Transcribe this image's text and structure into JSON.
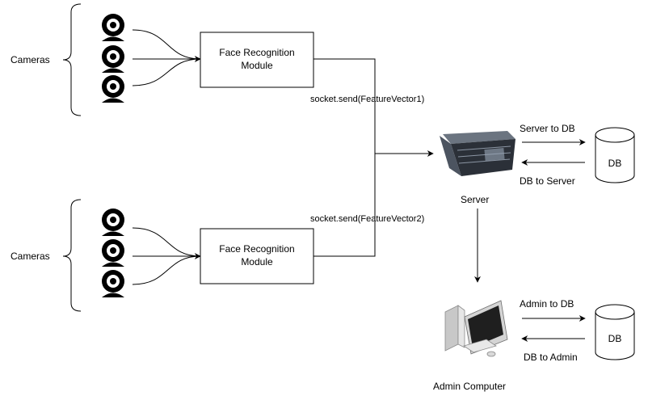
{
  "groups": [
    {
      "cameras_label": "Cameras",
      "module_line1": "Face Recognition",
      "module_line2": "Module",
      "socket_label": "socket.send(FeatureVector1)"
    },
    {
      "cameras_label": "Cameras",
      "module_line1": "Face Recognition",
      "module_line2": "Module",
      "socket_label": "socket.send(FeatureVector2)"
    }
  ],
  "server": {
    "label": "Server",
    "db_label": "DB",
    "to_db": "Server to DB",
    "from_db": "DB to Server"
  },
  "admin": {
    "label": "Admin Computer",
    "db_label": "DB",
    "to_db": "Admin to DB",
    "from_db": "DB to Admin"
  },
  "icons": {
    "camera": "webcam-icon",
    "server": "server-rack-icon",
    "computer": "desktop-computer-icon",
    "database": "database-cylinder-icon"
  },
  "colors": {
    "line": "#000000",
    "server_body": "#2b3038",
    "computer_body": "#d9d9d9"
  }
}
